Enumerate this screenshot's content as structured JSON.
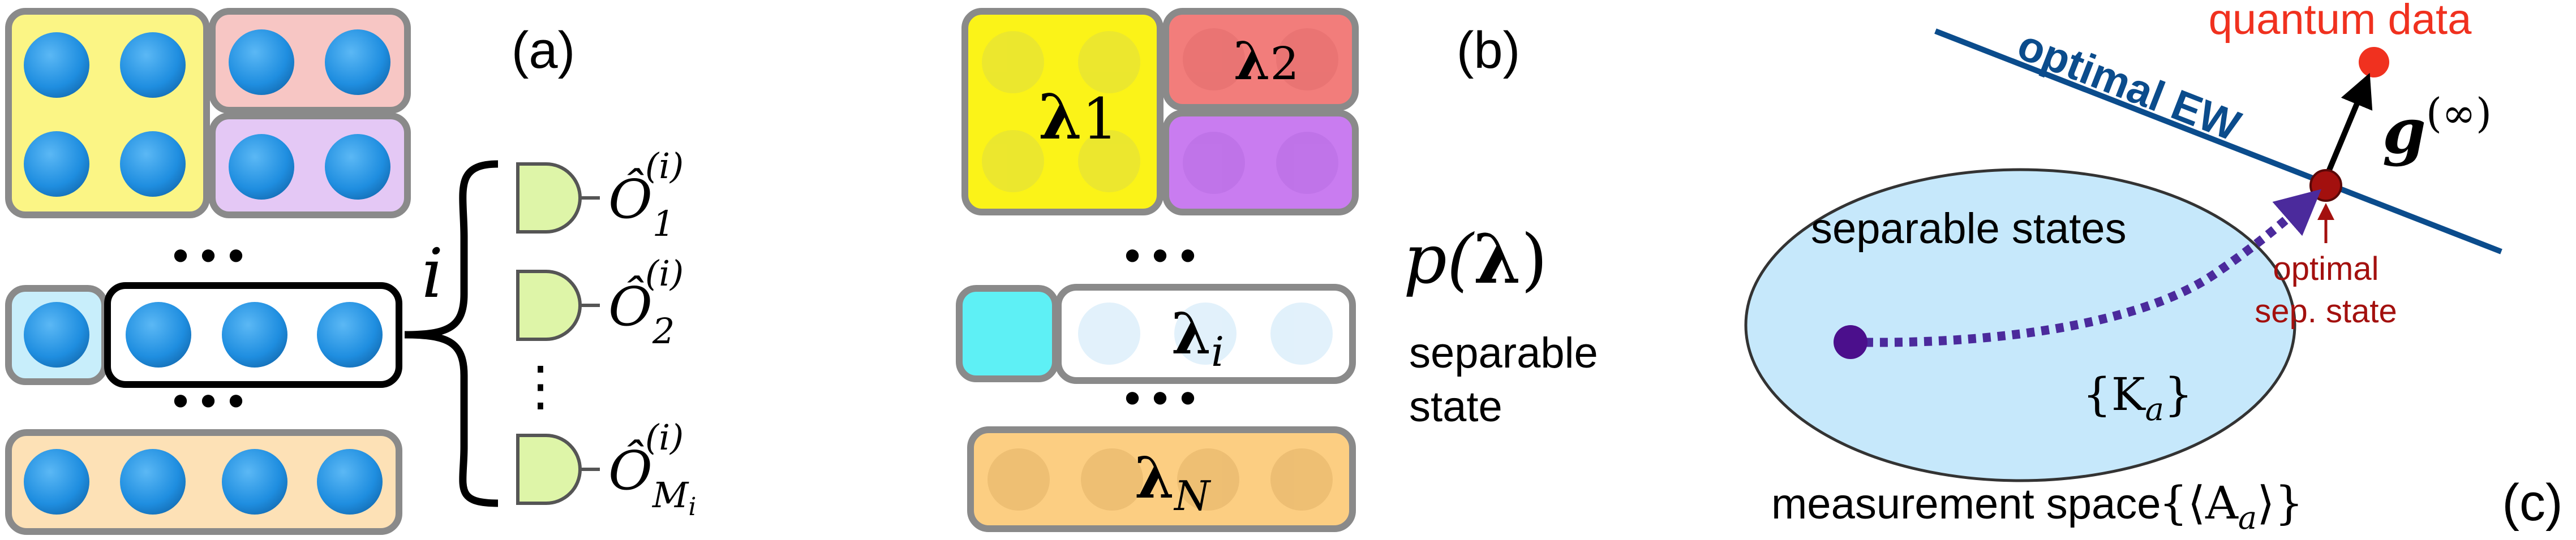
{
  "panel_a": {
    "label": "(a)",
    "dots": "• • •",
    "dots2": "• • •",
    "index": "i",
    "vdots": "⋮",
    "observables": [
      {
        "base": "Ô",
        "sub": "1",
        "sup": "(i)"
      },
      {
        "base": "Ô",
        "sub": "2",
        "sup": "(i)"
      },
      {
        "base": "Ô",
        "sub": "M",
        "subsub": "i",
        "sup": "(i)"
      }
    ]
  },
  "panel_b": {
    "label": "(b)",
    "lambda1": {
      "sym": "λ",
      "sub": "1"
    },
    "lambda2": {
      "sym": "λ",
      "sub": "2"
    },
    "lambdai": {
      "sym": "λ",
      "sub": "i"
    },
    "lambdaN": {
      "sym": "λ",
      "sub": "N"
    },
    "dots": "• • •",
    "dots2": "• • •",
    "prob": {
      "p": "p(",
      "sym": "λ",
      "close": ")"
    },
    "state_line1": "separable",
    "state_line2": "state"
  },
  "panel_c": {
    "label": "(c)",
    "ew_label": "optimal EW",
    "quantum_data_label": "quantum data",
    "separable_label": "separable states",
    "opt_sep_line1": "optimal",
    "opt_sep_line2": "sep. state",
    "kraus_label": "{K",
    "kraus_sub": "a",
    "kraus_close": "}",
    "g_label": "g",
    "g_sup": "(∞)",
    "measurement_label": "measurement space",
    "measurement_set": "{⟨A",
    "measurement_sub": "a",
    "measurement_close": "⟩}"
  },
  "colors": {
    "dot": "#1f8ee0",
    "yellow": "#fbf585",
    "pink": "#f7c6c4",
    "lavender": "#e4c8f5",
    "cyan": "#c8eefb",
    "peach": "#fde1b6",
    "ellipse": "#c6e8fb",
    "ew_line": "#0b4c8c",
    "data_point": "#f0311f",
    "opt_point": "#a3100e",
    "start_point": "#4b0f8c",
    "path": "#4b2a9c",
    "detector": "#def5a8"
  }
}
